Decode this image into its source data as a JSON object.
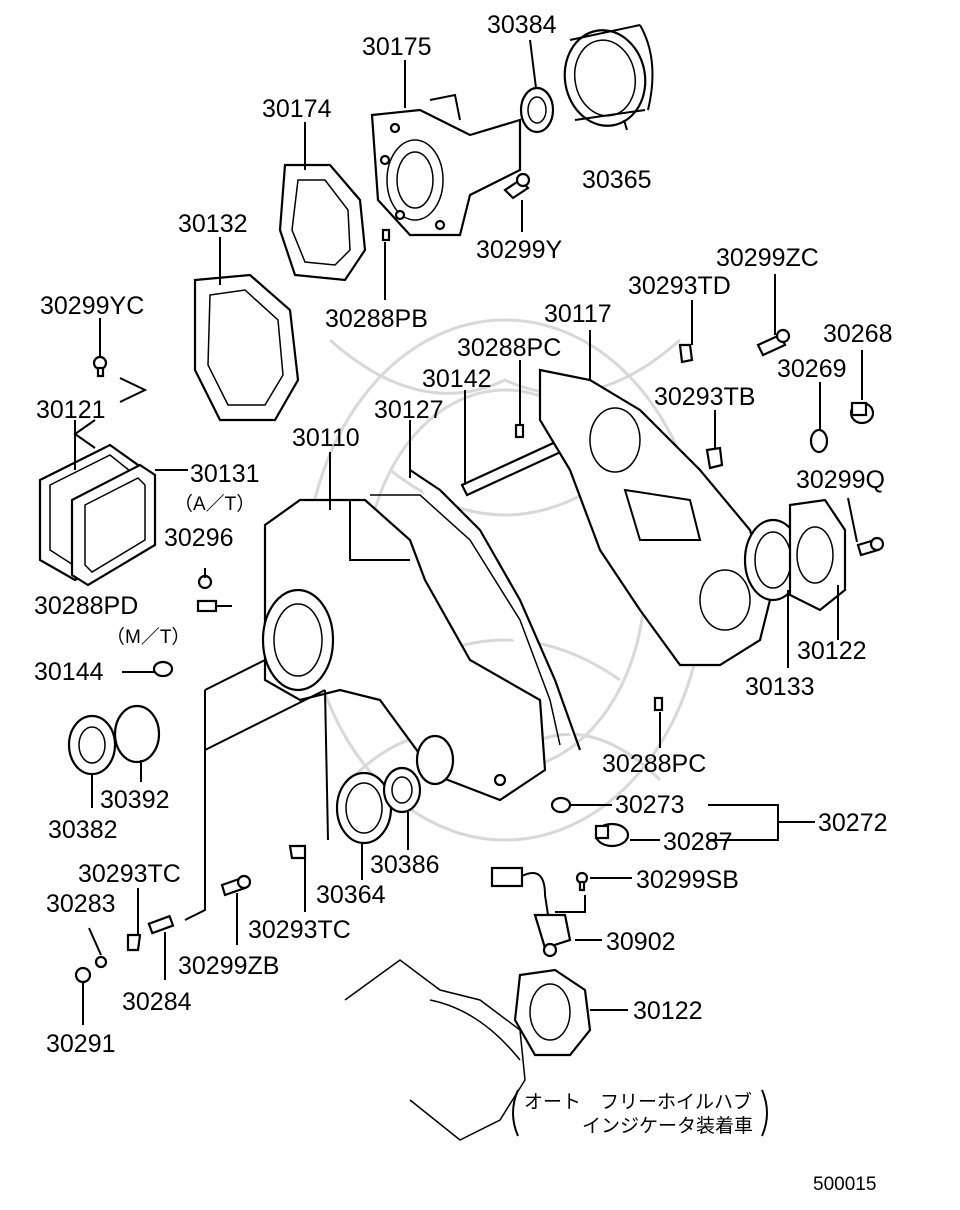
{
  "diagram_id": "500015",
  "note_line1": "オート　フリーホイルハブ",
  "note_line2": "インジケータ装着車",
  "labels": {
    "p30384": "30384",
    "p30175": "30175",
    "p30174": "30174",
    "p30365": "30365",
    "p30132": "30132",
    "p30299Y": "30299Y",
    "p30288PB": "30288PB",
    "p30299ZC": "30299ZC",
    "p30293TD": "30293TD",
    "p30299YC": "30299YC",
    "p30117": "30117",
    "p30268": "30268",
    "p30288PC_top": "30288PC",
    "p30269": "30269",
    "p30142": "30142",
    "p30293TB": "30293TB",
    "p30121": "30121",
    "p30127": "30127",
    "p30110": "30110",
    "p30131": "30131",
    "at": "（A／T）",
    "p30299Q": "30299Q",
    "p30296": "30296",
    "p30288PD": "30288PD",
    "mt": "（M／T）",
    "p30122_right": "30122",
    "p30144": "30144",
    "p30133": "30133",
    "p30392": "30392",
    "p30288PC_bottom": "30288PC",
    "p30382": "30382",
    "p30273": "30273",
    "p30272": "30272",
    "p30287": "30287",
    "p30386": "30386",
    "p30293TC_left": "30293TC",
    "p30299SB": "30299SB",
    "p30283": "30283",
    "p30364": "30364",
    "p30293TC_mid": "30293TC",
    "p30902": "30902",
    "p30299ZB": "30299ZB",
    "p30284": "30284",
    "p30122_bottom": "30122",
    "p30291": "30291"
  }
}
